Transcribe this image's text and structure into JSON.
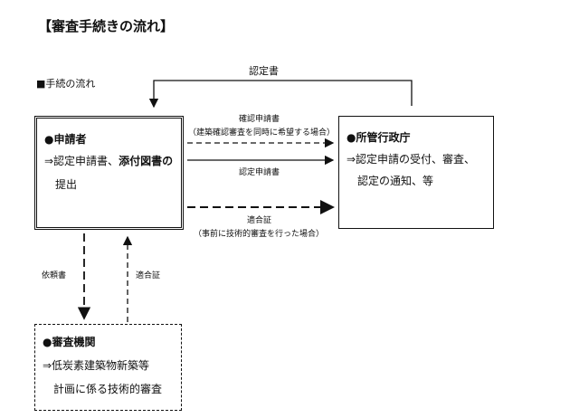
{
  "title": "【審査手続きの流れ】",
  "subtitle": "■手続の流れ",
  "applicant": {
    "head": "●申請者",
    "line1_pre": "⇒認定申請書、",
    "line1_bold": "添付図書の",
    "line2": "提出"
  },
  "authority": {
    "head": "●所管行政庁",
    "line1": "⇒認定申請の受付、審査、",
    "line2": "認定の通知、等"
  },
  "review_body": {
    "head": "●審査機関",
    "line1": "⇒低炭素建築物新築等",
    "line2": "計画に係る技術的審査"
  },
  "arrows": {
    "certificate": "認定書",
    "confirm_app": "確認申請書",
    "confirm_note": "（建築確認審査を同時に希望する場合）",
    "cert_app": "認定申請書",
    "conformity": "適合証",
    "conformity_note": "（事前に技術的審査を行った場合）",
    "request": "依頼書",
    "conformity_return": "適合証"
  }
}
